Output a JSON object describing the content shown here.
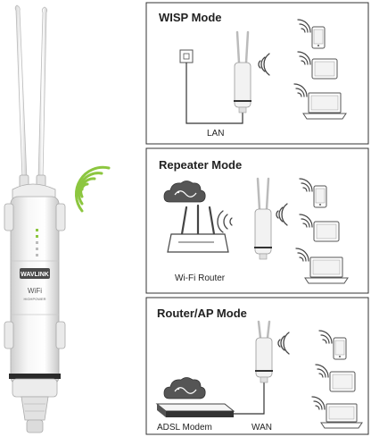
{
  "product": {
    "brand": "WAVLINK",
    "wifi_label": "WiFi",
    "power_label": "HIGHPOWER"
  },
  "panels": [
    {
      "title": "WISP Mode",
      "labels": [
        "LAN"
      ]
    },
    {
      "title": "Repeater  Mode",
      "labels": [
        "Wi-Fi Router"
      ]
    },
    {
      "title": "Router/AP Mode",
      "labels": [
        "ADSL Modem",
        "WAN"
      ]
    }
  ],
  "colors": {
    "signal_green": "#8cc63f",
    "panel_border": "#333333",
    "device_gray": "#e9e9e9"
  }
}
